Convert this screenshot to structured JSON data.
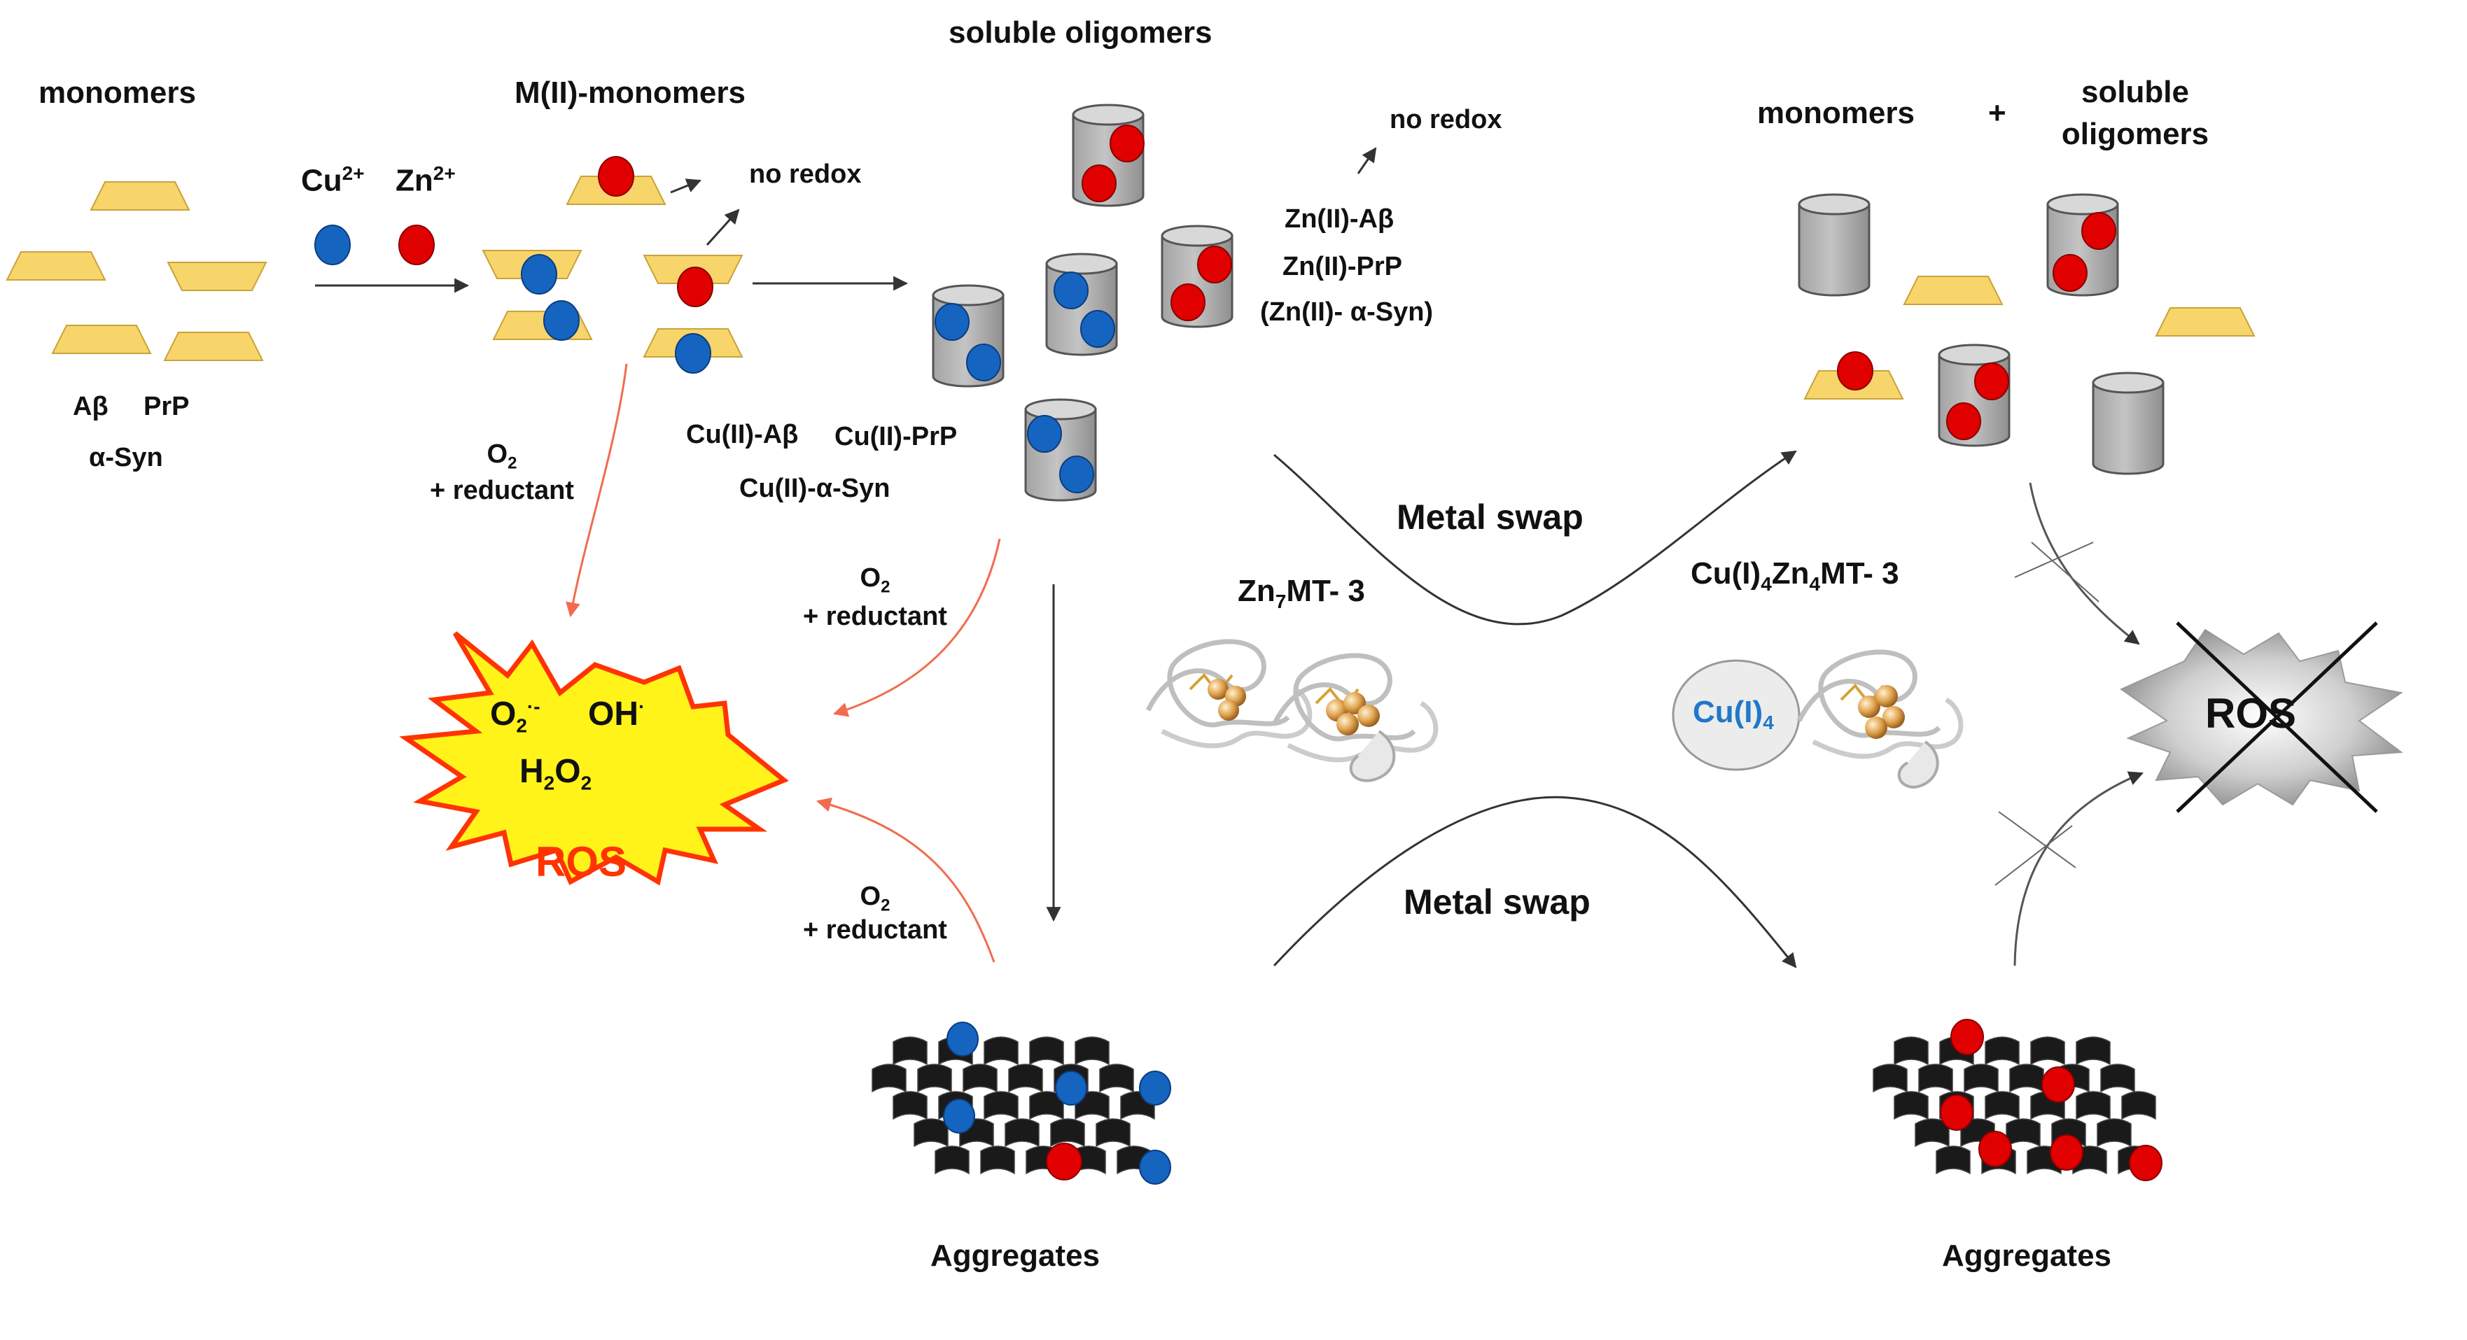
{
  "labels": {
    "monomers": "monomers",
    "m2_monomers": "M(II)-monomers",
    "soluble_oligomers": "soluble oligomers",
    "no_redox_1": "no redox",
    "no_redox_2": "no redox",
    "monomers_right": "monomers",
    "plus": "+",
    "soluble_right": "soluble",
    "oligomers_right": "oligomers",
    "cu_ion": "Cu",
    "cu_charge": "2+",
    "zn_ion": "Zn",
    "zn_charge": "2+",
    "abeta": "Aβ",
    "prp": "PrP",
    "asyn": "α-Syn",
    "o2_a": "O",
    "o2_a_sub": "2",
    "reductant_a": "+ reductant",
    "o2_b": "O",
    "o2_b_sub": "2",
    "reductant_b": "+ reductant",
    "o2_c": "O",
    "o2_c_sub": "2",
    "reductant_c": "+ reductant",
    "cu_abeta": "Cu(II)-Aβ",
    "cu_prp": "Cu(II)-PrP",
    "cu_asyn": "Cu(II)-α-Syn",
    "zn_abeta": "Zn(II)-Aβ",
    "zn_prp": "Zn(II)-PrP",
    "zn_asyn": "(Zn(II)- α-Syn)",
    "metal_swap_top": "Metal swap",
    "metal_swap_bottom": "Metal swap",
    "zn7mt3_a": "Zn",
    "zn7mt3_sub": "7",
    "zn7mt3_b": "MT- 3",
    "cu4zn4_a": "Cu(I)",
    "cu4zn4_sub1": "4",
    "cu4zn4_b": "Zn",
    "cu4zn4_sub2": "4",
    "cu4zn4_c": "MT- 3",
    "cu_i4": "Cu(I)",
    "cu_i4_sub": "4",
    "ros_o2": "O",
    "ros_o2_sub": "2",
    "ros_o2_sup": "·-",
    "ros_oh": "OH",
    "ros_oh_sup": "·",
    "ros_h2o2_a": "H",
    "ros_h2o2_sub1": "2",
    "ros_h2o2_b": "O",
    "ros_h2o2_sub2": "2",
    "ros_left": "ROS",
    "ros_right": "ROS",
    "aggregates_left": "Aggregates",
    "aggregates_right": "Aggregates"
  },
  "colors": {
    "copper_ion": "#1565c0",
    "zinc_ion": "#e10000",
    "peptide": "#f7d56b",
    "oligomer_cylinder": "#b4b4b4",
    "aggregate": "#1a1a1a",
    "ros_burst": "#fff31a",
    "ros_burst_edge": "#ff3300",
    "ros_text": "#ff3300",
    "red_arrow": "#f26b4f",
    "cu_i4_text": "#1f78c8"
  }
}
